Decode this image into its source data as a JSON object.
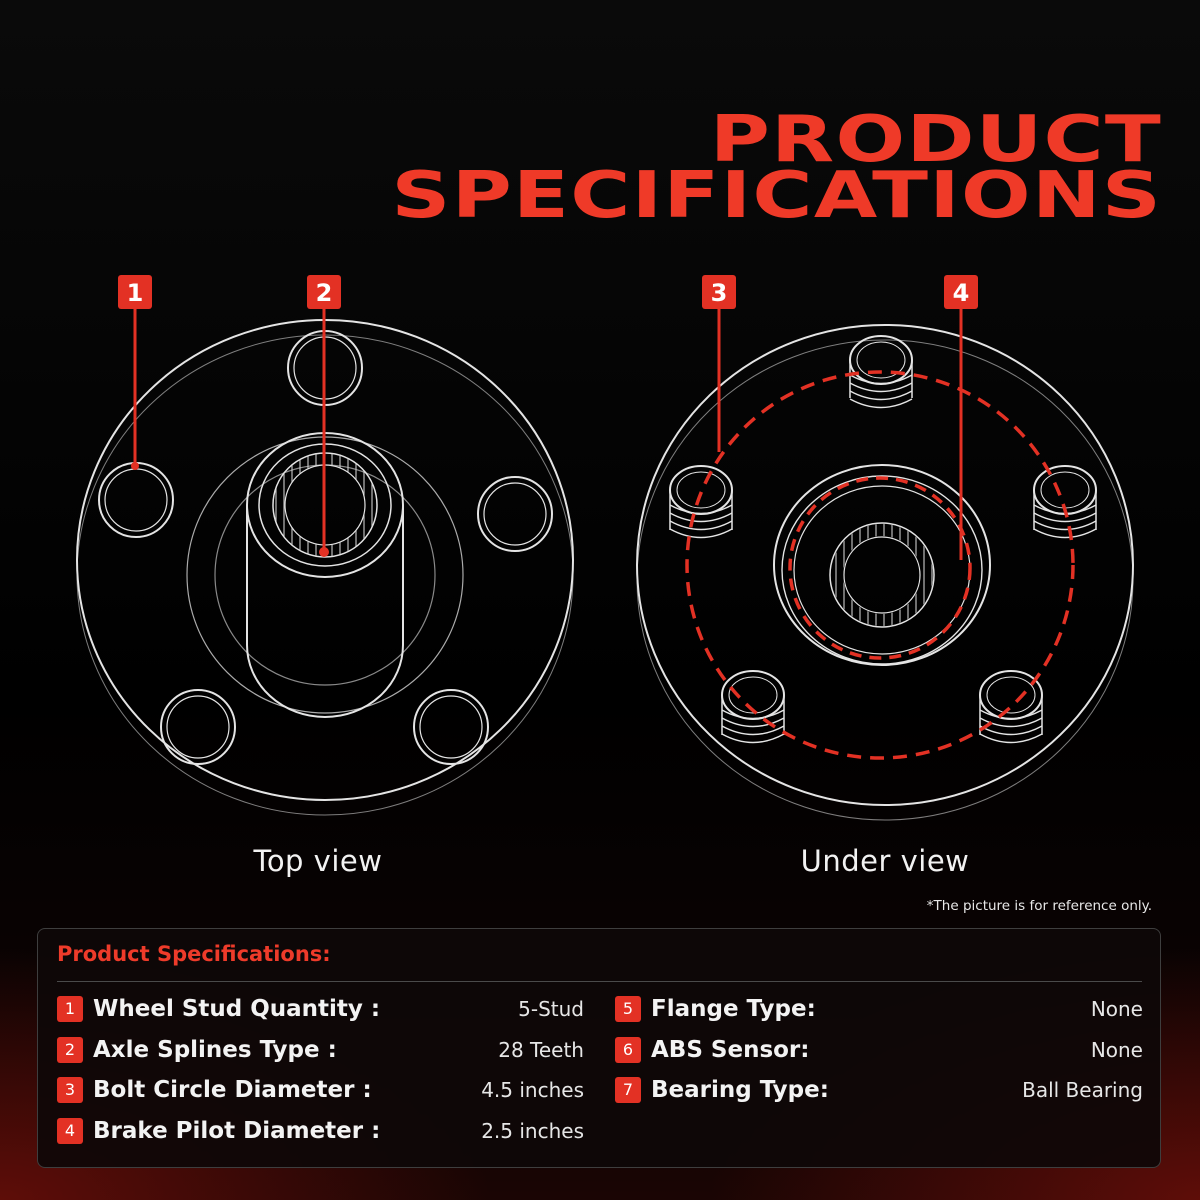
{
  "header": {
    "title_line1": "PRODUCT",
    "title_line2": "SPECIFICATIONS"
  },
  "diagram": {
    "markers": [
      {
        "number": "1",
        "target": "wheel stud hole"
      },
      {
        "number": "2",
        "target": "axle splines"
      },
      {
        "number": "3",
        "target": "bolt circle"
      },
      {
        "number": "4",
        "target": "brake pilot"
      }
    ],
    "views": {
      "top_label": "Top view",
      "under_label": "Under view"
    },
    "note": "*The picture is for reference only."
  },
  "specs": {
    "title": "Product Specifications:",
    "left": [
      {
        "number": "1",
        "label": "Wheel Stud Quantity :",
        "value": "5-Stud"
      },
      {
        "number": "2",
        "label": "Axle Splines Type :",
        "value": "28 Teeth"
      },
      {
        "number": "3",
        "label": "Bolt Circle Diameter :",
        "value": "4.5 inches"
      },
      {
        "number": "4",
        "label": "Brake Pilot Diameter :",
        "value": "2.5 inches"
      }
    ],
    "right": [
      {
        "number": "5",
        "label": "Flange Type:",
        "value": "None"
      },
      {
        "number": "6",
        "label": "ABS Sensor:",
        "value": "None"
      },
      {
        "number": "7",
        "label": "Bearing Type:",
        "value": "Ball Bearing"
      }
    ]
  },
  "colors": {
    "accent": "#ef3a28",
    "background": "#000000",
    "line": "#e6e6e6"
  }
}
